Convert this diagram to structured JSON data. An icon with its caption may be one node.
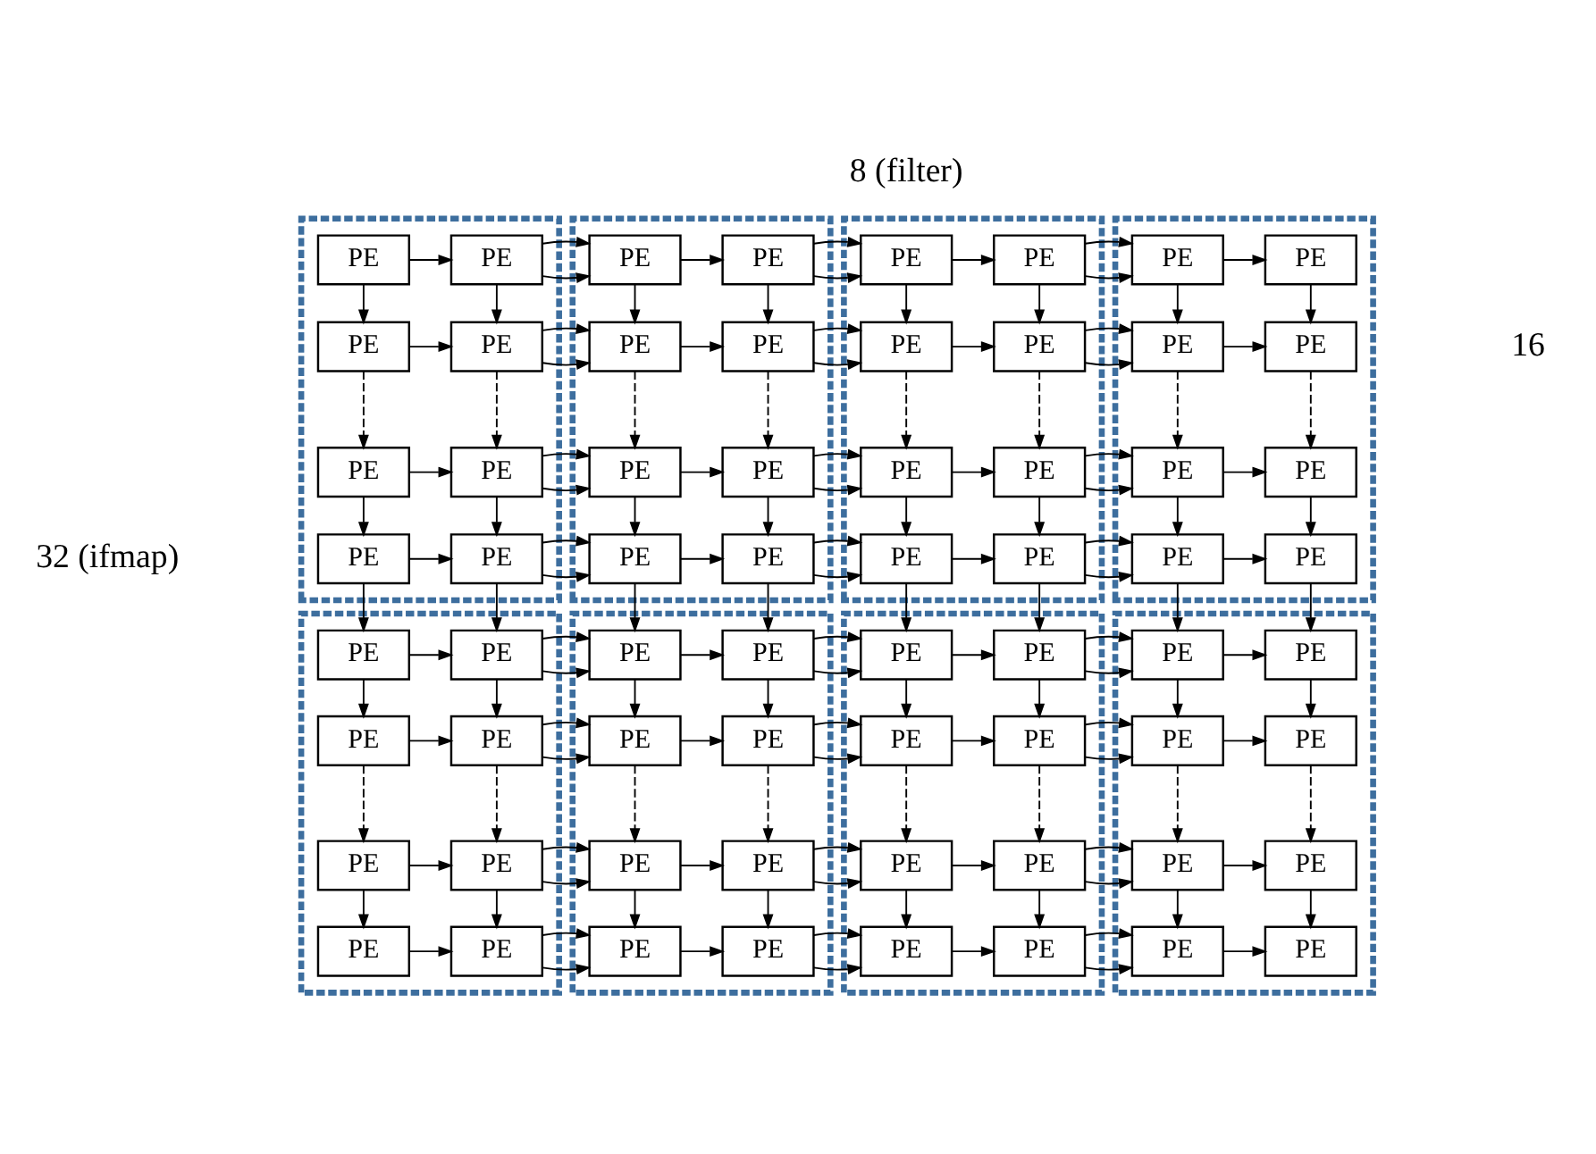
{
  "diagram": {
    "nodes": [
      {
        "text": [],
        "shape": "box"
      },
      {
        "text": [
          "PE"
        ],
        "in": 0
      },
      {
        "text": [
          "PE"
        ],
        "in": 0
      },
      {
        "text": [
          "PE"
        ],
        "in": 0
      },
      {
        "text": [
          "PE"
        ],
        "in": 0
      },
      {
        "text": [
          "PE"
        ],
        "in": 0
      },
      {
        "text": [
          "PE"
        ],
        "in": 0
      },
      {
        "text": [
          "PE"
        ],
        "in": 0
      },
      {
        "text": [
          "PE"
        ],
        "in": 0
      },
      {
        "text": [],
        "shape": "box"
      },
      {
        "text": [
          "PE"
        ],
        "in": 9
      },
      {
        "text": [
          "PE"
        ],
        "in": 9
      },
      {
        "text": [
          "PE"
        ],
        "in": 9
      },
      {
        "text": [
          "PE"
        ],
        "in": 9
      },
      {
        "text": [
          "PE"
        ],
        "in": 9
      },
      {
        "text": [
          "PE"
        ],
        "in": 9
      },
      {
        "text": [
          "PE"
        ],
        "in": 9
      },
      {
        "text": [
          "PE"
        ],
        "in": 9
      },
      {
        "text": [],
        "shape": "box"
      },
      {
        "text": [
          "PE"
        ],
        "in": 18
      },
      {
        "text": [
          "PE"
        ],
        "in": 18
      },
      {
        "text": [
          "PE"
        ],
        "in": 18
      },
      {
        "text": [
          "PE"
        ],
        "in": 18
      },
      {
        "text": [
          "PE"
        ],
        "in": 18
      },
      {
        "text": [
          "PE"
        ],
        "in": 18
      },
      {
        "text": [
          "PE"
        ],
        "in": 18
      },
      {
        "text": [
          "PE"
        ],
        "in": 18
      },
      {
        "text": [],
        "shape": "box"
      },
      {
        "text": [
          "PE"
        ],
        "in": 27
      },
      {
        "text": [
          "PE"
        ],
        "in": 27
      },
      {
        "text": [
          "PE"
        ],
        "in": 27
      },
      {
        "text": [
          "PE"
        ],
        "in": 27
      },
      {
        "text": [
          "PE"
        ],
        "in": 27
      },
      {
        "text": [
          "PE"
        ],
        "in": 27
      },
      {
        "text": [
          "PE"
        ],
        "in": 27
      },
      {
        "text": [
          "PE"
        ],
        "in": 27
      },
      {
        "text": [],
        "shape": "box"
      },
      {
        "text": [
          "PE"
        ],
        "in": 36
      },
      {
        "text": [
          "PE"
        ],
        "in": 36
      },
      {
        "text": [
          "PE"
        ],
        "in": 36
      },
      {
        "text": [
          "PE"
        ],
        "in": 36
      },
      {
        "text": [
          "PE"
        ],
        "in": 36
      },
      {
        "text": [
          "PE"
        ],
        "in": 36
      },
      {
        "text": [
          "PE"
        ],
        "in": 36
      },
      {
        "text": [
          "PE"
        ],
        "in": 36
      },
      {
        "text": [],
        "shape": "box"
      },
      {
        "text": [
          "PE"
        ],
        "in": 45
      },
      {
        "text": [
          "PE"
        ],
        "in": 45
      },
      {
        "text": [
          "PE"
        ],
        "in": 45
      },
      {
        "text": [
          "PE"
        ],
        "in": 45
      },
      {
        "text": [
          "PE"
        ],
        "in": 45
      },
      {
        "text": [
          "PE"
        ],
        "in": 45
      },
      {
        "text": [
          "PE"
        ],
        "in": 45
      },
      {
        "text": [
          "PE"
        ],
        "in": 45
      },
      {
        "text": [],
        "shape": "box"
      },
      {
        "text": [
          "PE"
        ],
        "in": 54
      },
      {
        "text": [
          "PE"
        ],
        "in": 54
      },
      {
        "text": [
          "PE"
        ],
        "in": 54
      },
      {
        "text": [
          "PE"
        ],
        "in": 54
      },
      {
        "text": [
          "PE"
        ],
        "in": 54
      },
      {
        "text": [
          "PE"
        ],
        "in": 54
      },
      {
        "text": [
          "PE"
        ],
        "in": 54
      },
      {
        "text": [
          "PE"
        ],
        "in": 54
      },
      {
        "text": [],
        "shape": "box"
      },
      {
        "text": [
          "PE"
        ],
        "in": 63
      },
      {
        "text": [
          "PE"
        ],
        "in": 63
      },
      {
        "text": [
          "PE"
        ],
        "in": 63
      },
      {
        "text": [
          "PE"
        ],
        "in": 63
      },
      {
        "text": [
          "PE"
        ],
        "in": 63
      },
      {
        "text": [
          "PE"
        ],
        "in": 63
      },
      {
        "text": [
          "PE"
        ],
        "in": 63
      },
      {
        "text": [
          "PE"
        ],
        "in": 63
      }
    ],
    "edges": [
      {
        "from": 1,
        "to": 2,
        "arrow": "to"
      },
      {
        "from": 2,
        "to": 10,
        "arrow": "to"
      },
      {
        "from": 10,
        "to": 11,
        "arrow": "to"
      },
      {
        "from": 11,
        "to": 19,
        "arrow": "to"
      },
      {
        "from": 19,
        "to": 20,
        "arrow": "to"
      },
      {
        "from": 20,
        "to": 28,
        "arrow": "to"
      },
      {
        "from": 28,
        "to": 29,
        "arrow": "to"
      },
      {
        "from": 3,
        "to": 4,
        "arrow": "to"
      },
      {
        "from": 4,
        "to": 12,
        "arrow": "to"
      },
      {
        "from": 12,
        "to": 13,
        "arrow": "to"
      },
      {
        "from": 13,
        "to": 21,
        "arrow": "to"
      },
      {
        "from": 21,
        "to": 22,
        "arrow": "to"
      },
      {
        "from": 22,
        "to": 30,
        "arrow": "to"
      },
      {
        "from": 30,
        "to": 31,
        "arrow": "to"
      },
      {
        "from": 5,
        "to": 6,
        "arrow": "to"
      },
      {
        "from": 6,
        "to": 14,
        "arrow": "to"
      },
      {
        "from": 14,
        "to": 15,
        "arrow": "to"
      },
      {
        "from": 15,
        "to": 23,
        "arrow": "to"
      },
      {
        "from": 23,
        "to": 24,
        "arrow": "to"
      },
      {
        "from": 24,
        "to": 32,
        "arrow": "to"
      },
      {
        "from": 32,
        "to": 33,
        "arrow": "to"
      },
      {
        "from": 7,
        "to": 8,
        "arrow": "to"
      },
      {
        "from": 8,
        "to": 16,
        "arrow": "to"
      },
      {
        "from": 16,
        "to": 17,
        "arrow": "to"
      },
      {
        "from": 17,
        "to": 25,
        "arrow": "to"
      },
      {
        "from": 25,
        "to": 26,
        "arrow": "to"
      },
      {
        "from": 26,
        "to": 34,
        "arrow": "to"
      },
      {
        "from": 34,
        "to": 35,
        "arrow": "to"
      },
      {
        "from": 37,
        "to": 38,
        "arrow": "to"
      },
      {
        "from": 38,
        "to": 46,
        "arrow": "to"
      },
      {
        "from": 46,
        "to": 47,
        "arrow": "to"
      },
      {
        "from": 47,
        "to": 55,
        "arrow": "to"
      },
      {
        "from": 55,
        "to": 56,
        "arrow": "to"
      },
      {
        "from": 56,
        "to": 64,
        "arrow": "to"
      },
      {
        "from": 64,
        "to": 65,
        "arrow": "to"
      },
      {
        "from": 39,
        "to": 40,
        "arrow": "to"
      },
      {
        "from": 40,
        "to": 48,
        "arrow": "to"
      },
      {
        "from": 48,
        "to": 49,
        "arrow": "to"
      },
      {
        "from": 49,
        "to": 57,
        "arrow": "to"
      },
      {
        "from": 57,
        "to": 58,
        "arrow": "to"
      },
      {
        "from": 58,
        "to": 66,
        "arrow": "to"
      },
      {
        "from": 66,
        "to": 67,
        "arrow": "to"
      },
      {
        "from": 41,
        "to": 42,
        "arrow": "to"
      },
      {
        "from": 42,
        "to": 50,
        "arrow": "to"
      },
      {
        "from": 50,
        "to": 51,
        "arrow": "to"
      },
      {
        "from": 51,
        "to": 59,
        "arrow": "to"
      },
      {
        "from": 59,
        "to": 60,
        "arrow": "to"
      },
      {
        "from": 60,
        "to": 68,
        "arrow": "to"
      },
      {
        "from": 68,
        "to": 69,
        "arrow": "to"
      },
      {
        "from": 43,
        "to": 44,
        "arrow": "to"
      },
      {
        "from": 44,
        "to": 52,
        "arrow": "to"
      },
      {
        "from": 52,
        "to": 53,
        "arrow": "to"
      },
      {
        "from": 53,
        "to": 61,
        "arrow": "to"
      },
      {
        "from": 61,
        "to": 62,
        "arrow": "to"
      },
      {
        "from": 62,
        "to": 70,
        "arrow": "to"
      },
      {
        "from": 70,
        "to": 71,
        "arrow": "to"
      },
      {
        "from": 1,
        "to": 3,
        "arrow": "to"
      },
      {
        "from": 3,
        "to": 5,
        "arrow": "to",
        "style": "dashed"
      },
      {
        "from": 5,
        "to": 7,
        "arrow": "to"
      },
      {
        "from": 7,
        "to": 37,
        "arrow": "to"
      },
      {
        "from": 37,
        "to": 39,
        "arrow": "to"
      },
      {
        "from": 39,
        "to": 41,
        "arrow": "to",
        "style": "dashed"
      },
      {
        "from": 41,
        "to": 43,
        "arrow": "to"
      },
      {
        "from": 2,
        "to": 4,
        "arrow": "to"
      },
      {
        "from": 4,
        "to": 6,
        "arrow": "to",
        "style": "dashed"
      },
      {
        "from": 6,
        "to": 8,
        "arrow": "to"
      },
      {
        "from": 8,
        "to": 38,
        "arrow": "to"
      },
      {
        "from": 38,
        "to": 40,
        "arrow": "to"
      },
      {
        "from": 40,
        "to": 42,
        "arrow": "to",
        "style": "dashed"
      },
      {
        "from": 42,
        "to": 44,
        "arrow": "to"
      },
      {
        "from": 10,
        "to": 12,
        "arrow": "to"
      },
      {
        "from": 12,
        "to": 14,
        "arrow": "to",
        "style": "dashed"
      },
      {
        "from": 14,
        "to": 16,
        "arrow": "to"
      },
      {
        "from": 16,
        "to": 46,
        "arrow": "to"
      },
      {
        "from": 46,
        "to": 48,
        "arrow": "to"
      },
      {
        "from": 48,
        "to": 50,
        "arrow": "to",
        "style": "dashed"
      },
      {
        "from": 50,
        "to": 52,
        "arrow": "to"
      },
      {
        "from": 11,
        "to": 13,
        "arrow": "to"
      },
      {
        "from": 13,
        "to": 15,
        "arrow": "to",
        "style": "dashed"
      },
      {
        "from": 15,
        "to": 17,
        "arrow": "to"
      },
      {
        "from": 17,
        "to": 47,
        "arrow": "to"
      },
      {
        "from": 47,
        "to": 49,
        "arrow": "to"
      },
      {
        "from": 49,
        "to": 51,
        "arrow": "to",
        "style": "dashed"
      },
      {
        "from": 51,
        "to": 53,
        "arrow": "to"
      },
      {
        "from": 19,
        "to": 21,
        "arrow": "to"
      },
      {
        "from": 21,
        "to": 23,
        "arrow": "to",
        "style": "dashed"
      },
      {
        "from": 23,
        "to": 25,
        "arrow": "to"
      },
      {
        "from": 25,
        "to": 55,
        "arrow": "to"
      },
      {
        "from": 55,
        "to": 57,
        "arrow": "to"
      },
      {
        "from": 57,
        "to": 59,
        "arrow": "to",
        "style": "dashed"
      },
      {
        "from": 59,
        "to": 61,
        "arrow": "to"
      },
      {
        "from": 20,
        "to": 22,
        "arrow": "to"
      },
      {
        "from": 22,
        "to": 24,
        "arrow": "to",
        "style": "dashed"
      },
      {
        "from": 24,
        "to": 26,
        "arrow": "to"
      },
      {
        "from": 26,
        "to": 56,
        "arrow": "to"
      },
      {
        "from": 56,
        "to": 58,
        "arrow": "to"
      },
      {
        "from": 58,
        "to": 60,
        "arrow": "to",
        "style": "dashed"
      },
      {
        "from": 60,
        "to": 62,
        "arrow": "to"
      },
      {
        "from": 28,
        "to": 30,
        "arrow": "to"
      },
      {
        "from": 30,
        "to": 32,
        "arrow": "to",
        "style": "dashed"
      },
      {
        "from": 32,
        "to": 34,
        "arrow": "to"
      },
      {
        "from": 34,
        "to": 64,
        "arrow": "to"
      },
      {
        "from": 64,
        "to": 66,
        "arrow": "to"
      },
      {
        "from": 66,
        "to": 68,
        "arrow": "to",
        "style": "dashed"
      },
      {
        "from": 68,
        "to": 70,
        "arrow": "to"
      },
      {
        "from": 29,
        "to": 31,
        "arrow": "to"
      },
      {
        "from": 31,
        "to": 33,
        "arrow": "to",
        "style": "dashed"
      },
      {
        "from": 33,
        "to": 35,
        "arrow": "to"
      },
      {
        "from": 35,
        "to": 65,
        "arrow": "to"
      },
      {
        "from": 65,
        "to": 67,
        "arrow": "to"
      },
      {
        "from": 67,
        "to": 69,
        "arrow": "to",
        "style": "dashed"
      },
      {
        "from": 69,
        "to": 71,
        "arrow": "to"
      }
    ],
    "labels": [
      "8 (filter)",
      "16",
      "32 (ifmap)"
    ]
  }
}
